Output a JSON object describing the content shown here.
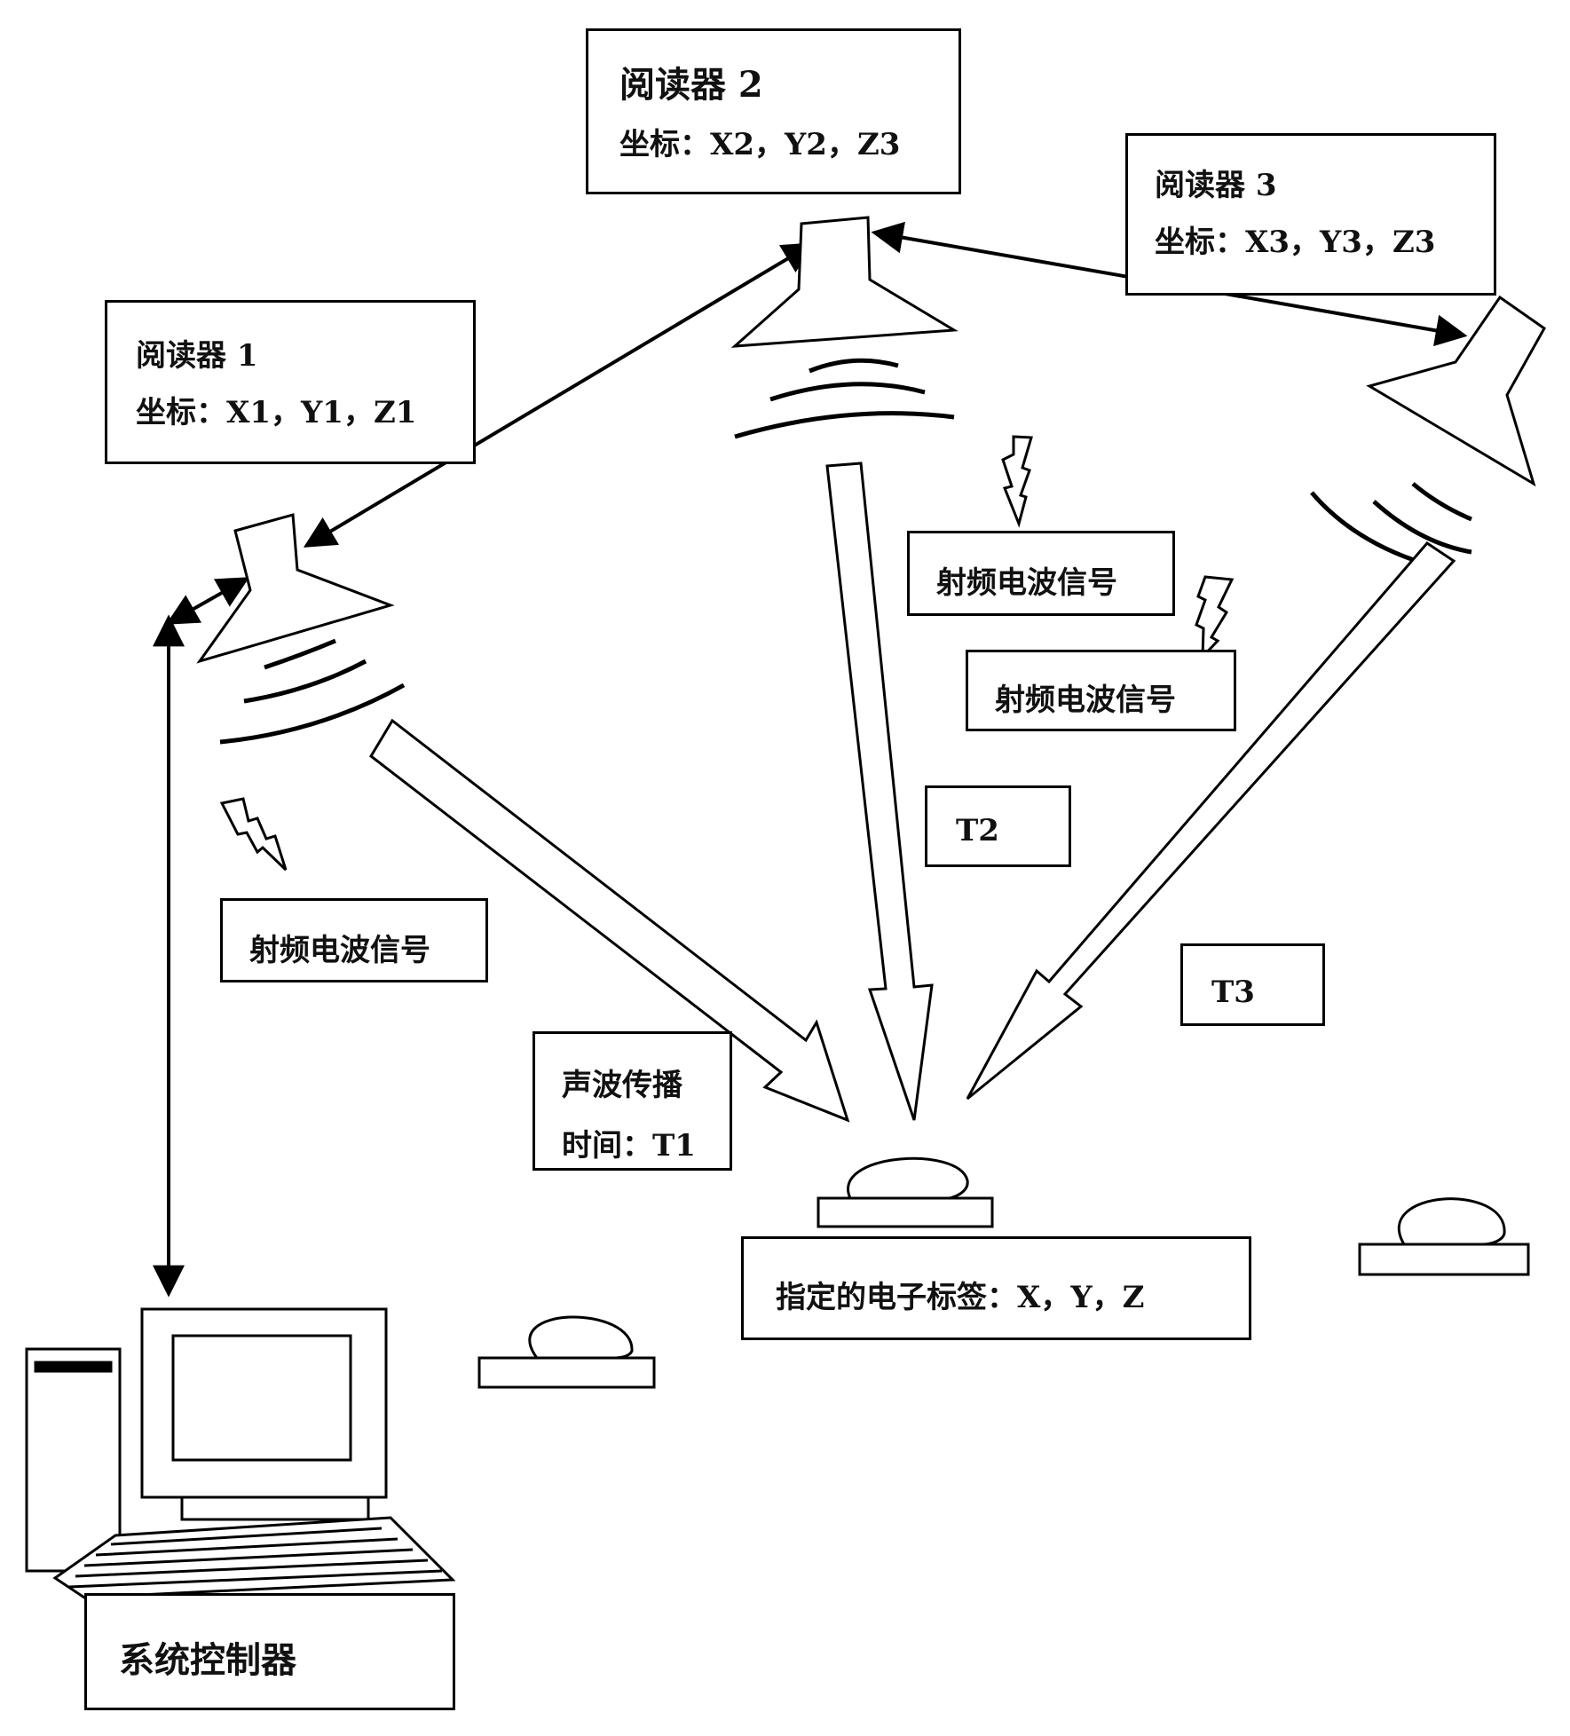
{
  "reader2": {
    "title": "阅读器 2",
    "coords": "坐标：X2，Y2，Z3"
  },
  "reader3": {
    "title": "阅读器 3",
    "coords": "坐标：X3，Y3，Z3"
  },
  "reader1": {
    "title": "阅读器 1",
    "coords": "坐标：X1，Y1，Z1"
  },
  "rf_labels": [
    "射频电波信号",
    "射频电波信号",
    "射频电波信号"
  ],
  "t2": "T2",
  "t3": "T3",
  "sound": {
    "line1": "声波传播",
    "line2": "时间：T1"
  },
  "tag": "指定的电子标签：X，Y，Z",
  "controller": "系统控制器"
}
